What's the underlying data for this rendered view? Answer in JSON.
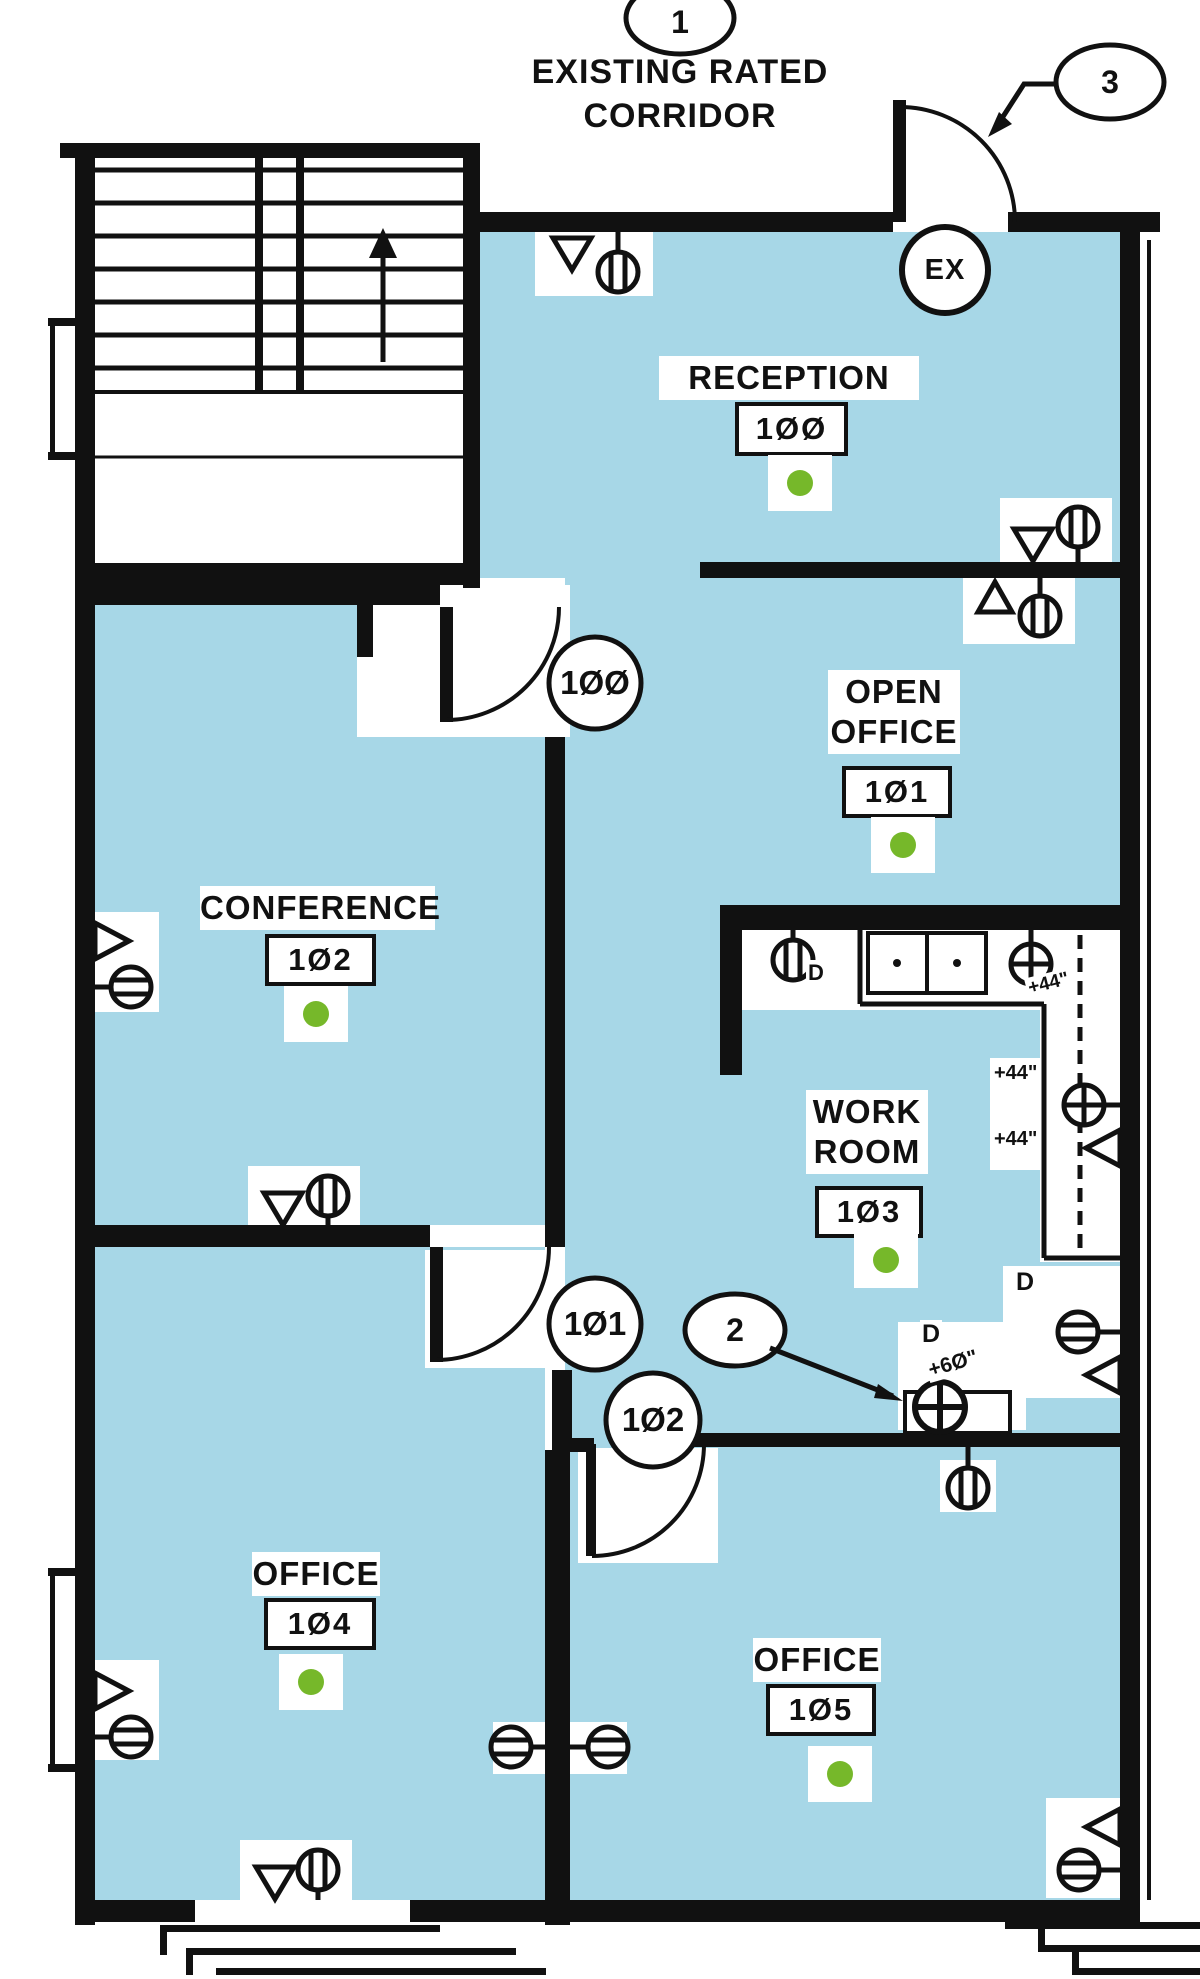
{
  "colors": {
    "room_highlight": "#A7D7E7",
    "device_dot_green": "#76B82A",
    "ink": "#111111"
  },
  "corridor": {
    "label": "EXISTING RATED CORRIDOR"
  },
  "callouts": {
    "callout_1": "1",
    "callout_2": "2",
    "callout_3": "3"
  },
  "exit_tag": "EX",
  "rooms": [
    {
      "name": "RECEPTION",
      "number": "1ØØ"
    },
    {
      "name": "OPEN OFFICE",
      "number": "1Ø1"
    },
    {
      "name": "CONFERENCE",
      "number": "1Ø2"
    },
    {
      "name": "WORK ROOM",
      "number": "1Ø3"
    },
    {
      "name": "OFFICE",
      "number": "1Ø4"
    },
    {
      "name": "OFFICE",
      "number": "1Ø5"
    }
  ],
  "door_tags": {
    "tag_100": "1ØØ",
    "tag_101": "1Ø1",
    "tag_102": "1Ø2"
  },
  "annotations": {
    "dimmer": "D",
    "height_60": "+6Ø\"",
    "height_44": "+44\""
  }
}
